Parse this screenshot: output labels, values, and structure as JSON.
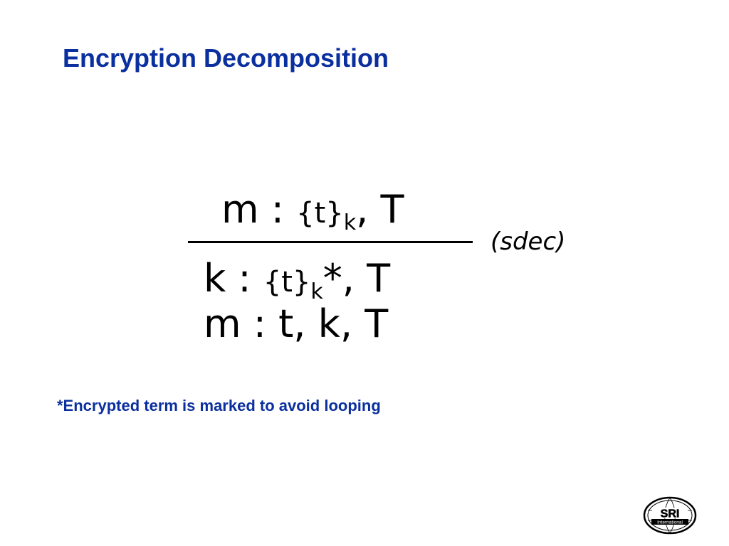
{
  "slide": {
    "title": "Encryption Decomposition"
  },
  "rule": {
    "premise": {
      "lhs": "m : ",
      "braced": "{t}",
      "subscript": "k",
      "rest": ", T"
    },
    "name": "(sdec)",
    "conclusions": [
      {
        "lhs": "k : ",
        "braced": "{t}",
        "subscript": "k",
        "rest": "*, T"
      },
      {
        "text": "m : t, k, T"
      }
    ]
  },
  "footnote": "*Encrypted term is marked to avoid looping",
  "logo": {
    "icon": "sri-international-logo",
    "text": "SRI",
    "subtext": "International"
  },
  "colors": {
    "title": "#0a2f9e",
    "text": "#000000",
    "background": "#ffffff"
  }
}
